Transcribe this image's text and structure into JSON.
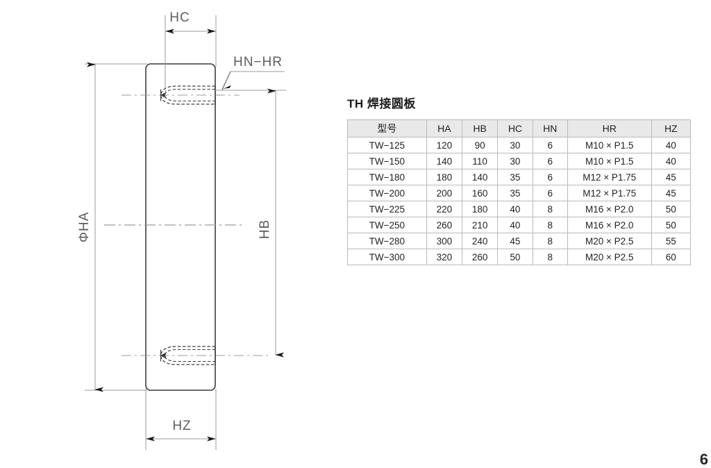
{
  "drawing": {
    "labels": {
      "hc": "HC",
      "hn_hr": "HN−HR",
      "phi_ha": "ΦHA",
      "hb": "HB",
      "hz": "HZ"
    },
    "icon_names": {
      "plate_body": "welded-round-plate-body",
      "thread_top": "threaded-hole-top",
      "thread_bottom": "threaded-hole-bottom",
      "centerline": "center-axis-line"
    },
    "colors": {
      "outline": "#3c3c3c",
      "thin_line": "#9a9a9a",
      "dim_text": "#5d5d5d",
      "arrow": "#1a1a1a"
    }
  },
  "spec": {
    "title": "TH 焊接圆板",
    "columns": [
      "型号",
      "HA",
      "HB",
      "HC",
      "HN",
      "HR",
      "HZ"
    ],
    "rows": [
      {
        "model": "TW−125",
        "ha": "120",
        "hb": "90",
        "hc": "30",
        "hn": "6",
        "hr": "M10 × P1.5",
        "hz": "40"
      },
      {
        "model": "TW−150",
        "ha": "140",
        "hb": "110",
        "hc": "30",
        "hn": "6",
        "hr": "M10 × P1.5",
        "hz": "40"
      },
      {
        "model": "TW−180",
        "ha": "180",
        "hb": "140",
        "hc": "35",
        "hn": "6",
        "hr": "M12 × P1.75",
        "hz": "45"
      },
      {
        "model": "TW−200",
        "ha": "200",
        "hb": "160",
        "hc": "35",
        "hn": "6",
        "hr": "M12 × P1.75",
        "hz": "45"
      },
      {
        "model": "TW−225",
        "ha": "220",
        "hb": "180",
        "hc": "40",
        "hn": "8",
        "hr": "M16 × P2.0",
        "hz": "50"
      },
      {
        "model": "TW−250",
        "ha": "260",
        "hb": "210",
        "hc": "40",
        "hn": "8",
        "hr": "M16 × P2.0",
        "hz": "50"
      },
      {
        "model": "TW−280",
        "ha": "300",
        "hb": "240",
        "hc": "45",
        "hn": "8",
        "hr": "M20 × P2.5",
        "hz": "55"
      },
      {
        "model": "TW−300",
        "ha": "320",
        "hb": "260",
        "hc": "50",
        "hn": "8",
        "hr": "M20 × P2.5",
        "hz": "60"
      }
    ],
    "header_background": "#e9e9e9",
    "border_color": "#b9b9b9"
  },
  "footer": {
    "page_number": "6"
  }
}
